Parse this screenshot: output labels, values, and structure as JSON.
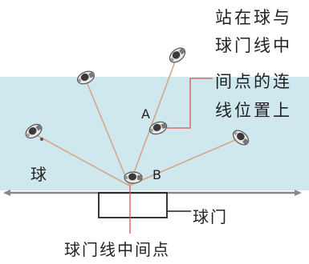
{
  "annotation": {
    "lines": [
      "站在球与",
      "球门线中",
      "间点的连",
      "线位置上"
    ]
  },
  "labels": {
    "ball": "球",
    "point_a": "A",
    "point_b": "B",
    "goal": "球门",
    "goal_line_midpoint": "球门线中间点"
  },
  "colors": {
    "field": "#cfe8ee",
    "pointer": "#e0564a",
    "ray": "#d4a78a",
    "goal_line": "#888888",
    "goal_post": "#222222"
  }
}
